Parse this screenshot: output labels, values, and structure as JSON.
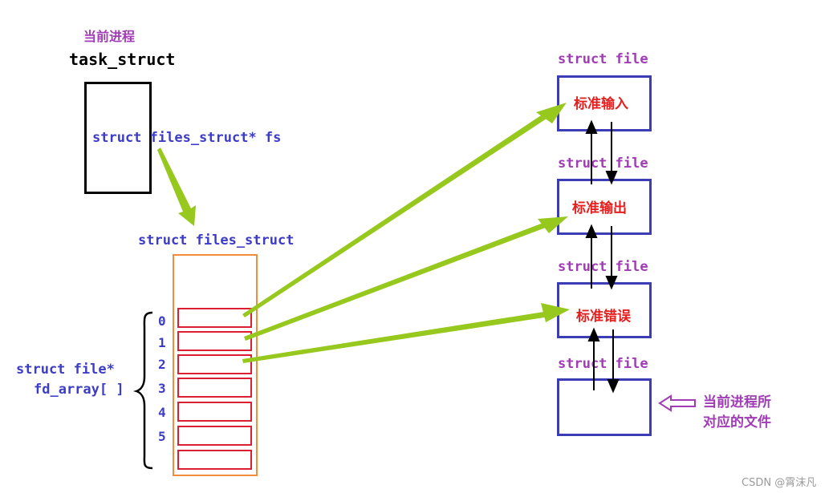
{
  "process_label": "当前进程",
  "task_struct": {
    "title": "task_struct",
    "field": "struct files_struct* fs"
  },
  "files_struct": {
    "title": "struct files_struct",
    "array_label_line1": "struct  file*",
    "array_label_line2": "fd_array[ ]",
    "indices": [
      "0",
      "1",
      "2",
      "3",
      "4",
      "5"
    ]
  },
  "files": [
    {
      "label": "struct file",
      "content": "标准输入"
    },
    {
      "label": "struct file",
      "content": "标准输出"
    },
    {
      "label": "struct file",
      "content": "标准错误"
    },
    {
      "label": "struct file",
      "content": ""
    }
  ],
  "annotation": {
    "line1": "当前进程所",
    "line2": "对应的文件"
  },
  "watermark": "CSDN @霄沫凡",
  "colors": {
    "purple": "#a03cb4",
    "blue": "#3c3cc8",
    "red": "#e61e1e",
    "orange": "#f08c3c",
    "arrow_green": "#96c81e",
    "file_border": "#3c3cb4"
  }
}
